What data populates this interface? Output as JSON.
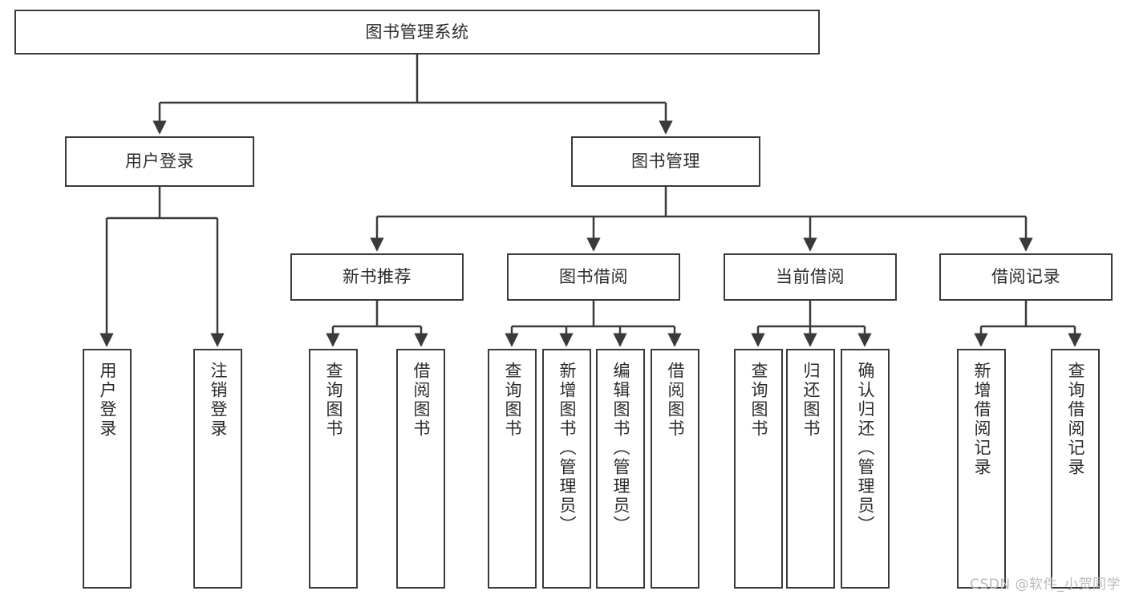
{
  "diagram": {
    "title": "图书管理系统",
    "type": "tree",
    "watermark": "CSDN @软件_小贺同学",
    "colors": {
      "stroke": "#3a3a3a",
      "text": "#2b2b2b",
      "background": "#ffffff",
      "watermark": "#b9b9b9"
    },
    "root": {
      "label": "图书管理系统"
    },
    "level2": [
      {
        "label": "用户登录"
      },
      {
        "label": "图书管理"
      }
    ],
    "level3": [
      {
        "label": "新书推荐"
      },
      {
        "label": "图书借阅"
      },
      {
        "label": "当前借阅"
      },
      {
        "label": "借阅记录"
      }
    ],
    "leaves": {
      "user_login": [
        {
          "label": "用户登录"
        },
        {
          "label": "注销登录"
        }
      ],
      "new_book": [
        {
          "label": "查询图书"
        },
        {
          "label": "借阅图书"
        }
      ],
      "book_borrow": [
        {
          "label": "查询图书"
        },
        {
          "label": "新增图书（管理员）"
        },
        {
          "label": "编辑图书（管理员）"
        },
        {
          "label": "借阅图书"
        }
      ],
      "current_borrow": [
        {
          "label": "查询图书"
        },
        {
          "label": "归还图书"
        },
        {
          "label": "确认归还（管理员）"
        }
      ],
      "borrow_record": [
        {
          "label": "新增借阅记录"
        },
        {
          "label": "查询借阅记录"
        }
      ]
    }
  }
}
